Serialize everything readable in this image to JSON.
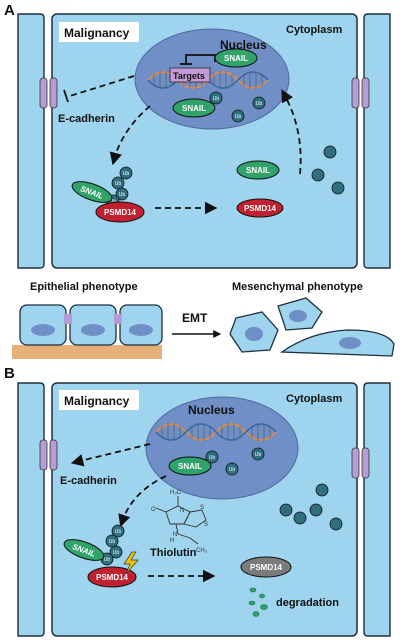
{
  "colors": {
    "cell_fill": "#9ed4ee",
    "cell_stroke": "#1f2f3f",
    "nucleus_fill": "#6f8fc6",
    "snail_fill": "#2fa36a",
    "psmd14_fill": "#c0202f",
    "psmd14_degraded_fill": "#7b7b7b",
    "ub_fill": "#2f6f80",
    "junction_fill": "#b59cd4",
    "targets_fill": "#c59ad6",
    "substrate_fill": "#e5b07a",
    "bolt_fill": "#f2c200"
  },
  "panel_a": {
    "panel_label": "A",
    "malignancy": "Malignancy",
    "cytoplasm": "Cytoplasm",
    "nucleus": "Nucleus",
    "targets": "Targets",
    "snail_nucleus": "SNAIL",
    "snail_import": "SNAIL",
    "snail_cytoplasm": "SNAIL",
    "snail_bound": "SNAIL",
    "psmd14_bound": "PSMD14",
    "psmd14_free": "PSMD14",
    "ecadherin": "E-cadherin",
    "ub": "Ub"
  },
  "emt": {
    "epithelial": "Epithelial phenotype",
    "mesenchymal": "Mesenchymal phenotype",
    "arrow_label": "EMT"
  },
  "panel_b": {
    "panel_label": "B",
    "malignancy": "Malignancy",
    "cytoplasm": "Cytoplasm",
    "nucleus": "Nucleus",
    "snail_nucleus": "SNAIL",
    "snail_bound": "SNAIL",
    "psmd14_bound": "PSMD14",
    "psmd14_degraded": "PSMD14",
    "ecadherin": "E-cadherin",
    "thiolutin": "Thiolutin",
    "degradation": "degradation",
    "ub": "Ub",
    "struct_ch3_top": "H₃C",
    "struct_ch3_side": "CH₃",
    "struct_o": "O",
    "struct_n1": "N",
    "struct_n2": "N",
    "struct_h": "H",
    "struct_s1": "S",
    "struct_s2": "S"
  }
}
